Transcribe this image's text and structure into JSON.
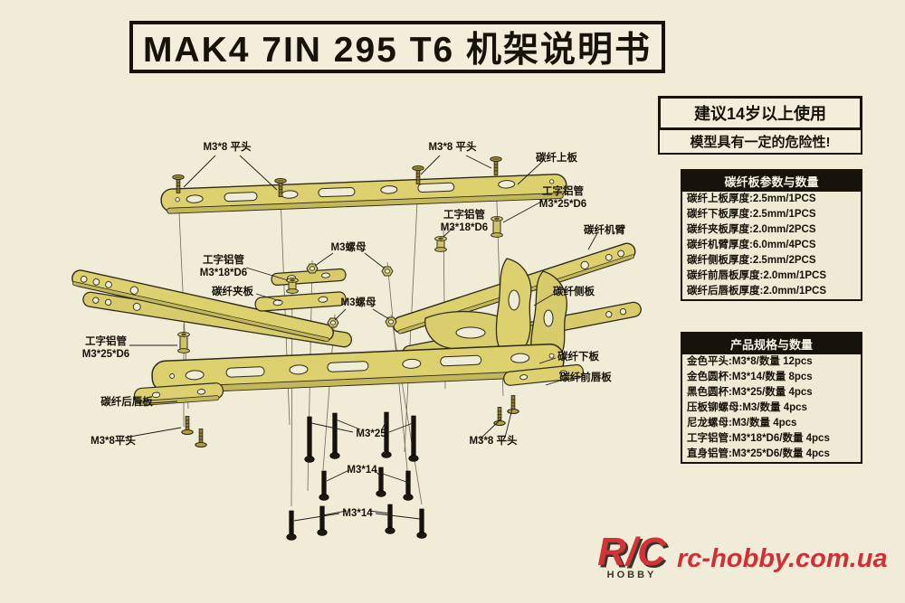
{
  "title": "MAK4 7IN 295 T6 机架说明书",
  "warning": {
    "line1": "建议14岁以上使用",
    "line2": "模型具有一定的危险性!"
  },
  "carbon_table": {
    "header": "碳纤板参数与数量",
    "rows": [
      "碳纤上板厚度:2.5mm/1PCS",
      "碳纤下板厚度:2.5mm/1PCS",
      "碳纤夹板厚度:2.0mm/2PCS",
      "碳纤机臂厚度:6.0mm/4PCS",
      "碳纤侧板厚度:2.5mm/2PCS",
      "碳纤前唇板厚度:2.0mm/1PCS",
      "碳纤后唇板厚度:2.0mm/1PCS"
    ]
  },
  "product_table": {
    "header": "产品规格与数量",
    "rows": [
      "金色平头:M3*8/数量  12pcs",
      "金色圆杯:M3*14/数量  8pcs",
      "黑色圆杯:M3*25/数量  4pcs",
      "压板铆螺母:M3/数量  4pcs",
      "尼龙螺母:M3/数量  4pcs",
      "工字铝管:M3*18*D6/数量  4pcs",
      "直身铝管:M3*25*D6/数量  4pcs"
    ]
  },
  "diagram": {
    "labels": [
      "M3*8 平头",
      "M3*8 平头",
      "碳纤上板",
      "工字铝管\nM3*25*D6",
      "工字铝管\nM3*18*D6",
      "碳纤机臂",
      "工字铝管\nM3*18*D6",
      "M3螺母",
      "碳纤夹板",
      "M3螺母",
      "碳纤侧板",
      "工字铝管\nM3*25*D6",
      "碳纤下板",
      "碳纤前唇板",
      "碳纤后唇板",
      "M3*8平头",
      "M3*25",
      "M3*8 平头",
      "M3*14",
      "M3*14"
    ]
  },
  "footer": {
    "logo_main": "R/C",
    "logo_sub": "HOBBY",
    "url": "rc-hobby.com.ua"
  },
  "colors": {
    "paper": "#f1ecd7",
    "carbon_part": "#dcd06f",
    "accent_red": "#cf2028",
    "ink": "#15130a"
  }
}
